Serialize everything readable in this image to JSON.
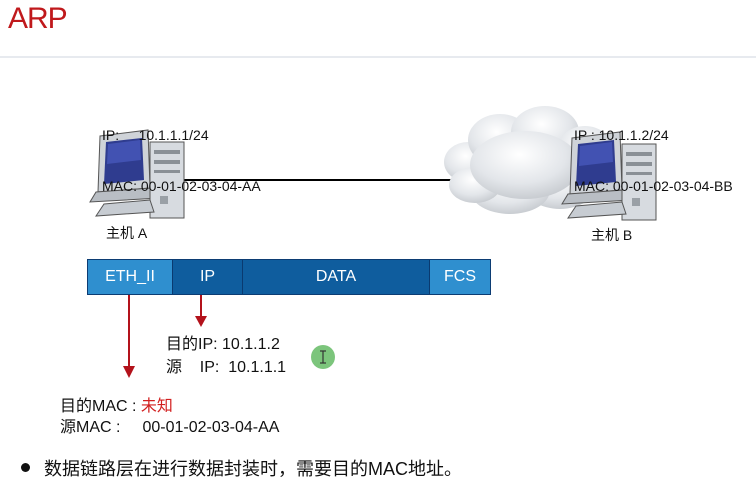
{
  "title": "ARP",
  "host_a": {
    "ip_line": "IP:     10.1.1.1/24",
    "mac_line": "MAC: 00-01-02-03-04-AA",
    "name": "主机 A"
  },
  "host_b": {
    "ip_line": "IP : 10.1.1.2/24",
    "mac_line": "MAC: 00-01-02-03-04-BB",
    "name": "主机 B"
  },
  "frame": {
    "segments": [
      "ETH_II",
      "IP",
      "DATA",
      "FCS"
    ]
  },
  "ip_header": {
    "dest_label": "目的IP",
    "dest_value": ": 10.1.1.2",
    "src_label": "源    IP",
    "src_value": ":  10.1.1.1"
  },
  "eth_header": {
    "dest_label": "目的MAC",
    "dest_sep": " : ",
    "dest_value": "未知",
    "src_label": "源MAC :",
    "src_value": "00-01-02-03-04-AA"
  },
  "bullet": "数据链路层在进行数据封装时，需要目的MAC地址。",
  "colors": {
    "title": "#c0191c",
    "frame_light": "#2f8fcf",
    "frame_dark": "#0f5d9e",
    "arrow": "#b3121b",
    "unknown": "#d21f1f"
  }
}
